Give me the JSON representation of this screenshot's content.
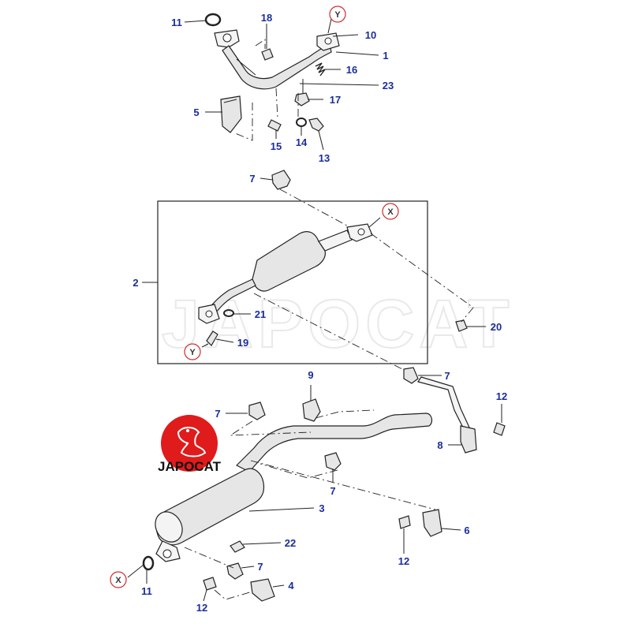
{
  "watermark_text": "JAPOCAT",
  "logo": {
    "text": "JAPOCAT",
    "color": "#e01b1b"
  },
  "colors": {
    "callout": "#1a2e9a",
    "ref_circle": "#d22b2b"
  },
  "reference_markers": [
    "Y",
    "X",
    "X",
    "Y"
  ],
  "callouts": [
    "11",
    "18",
    "10",
    "1",
    "16",
    "23",
    "17",
    "5",
    "15",
    "14",
    "13",
    "7",
    "2",
    "21",
    "20",
    "19",
    "9",
    "7",
    "12",
    "7",
    "8",
    "7",
    "3",
    "6",
    "22",
    "12",
    "7",
    "4",
    "11",
    "12"
  ]
}
